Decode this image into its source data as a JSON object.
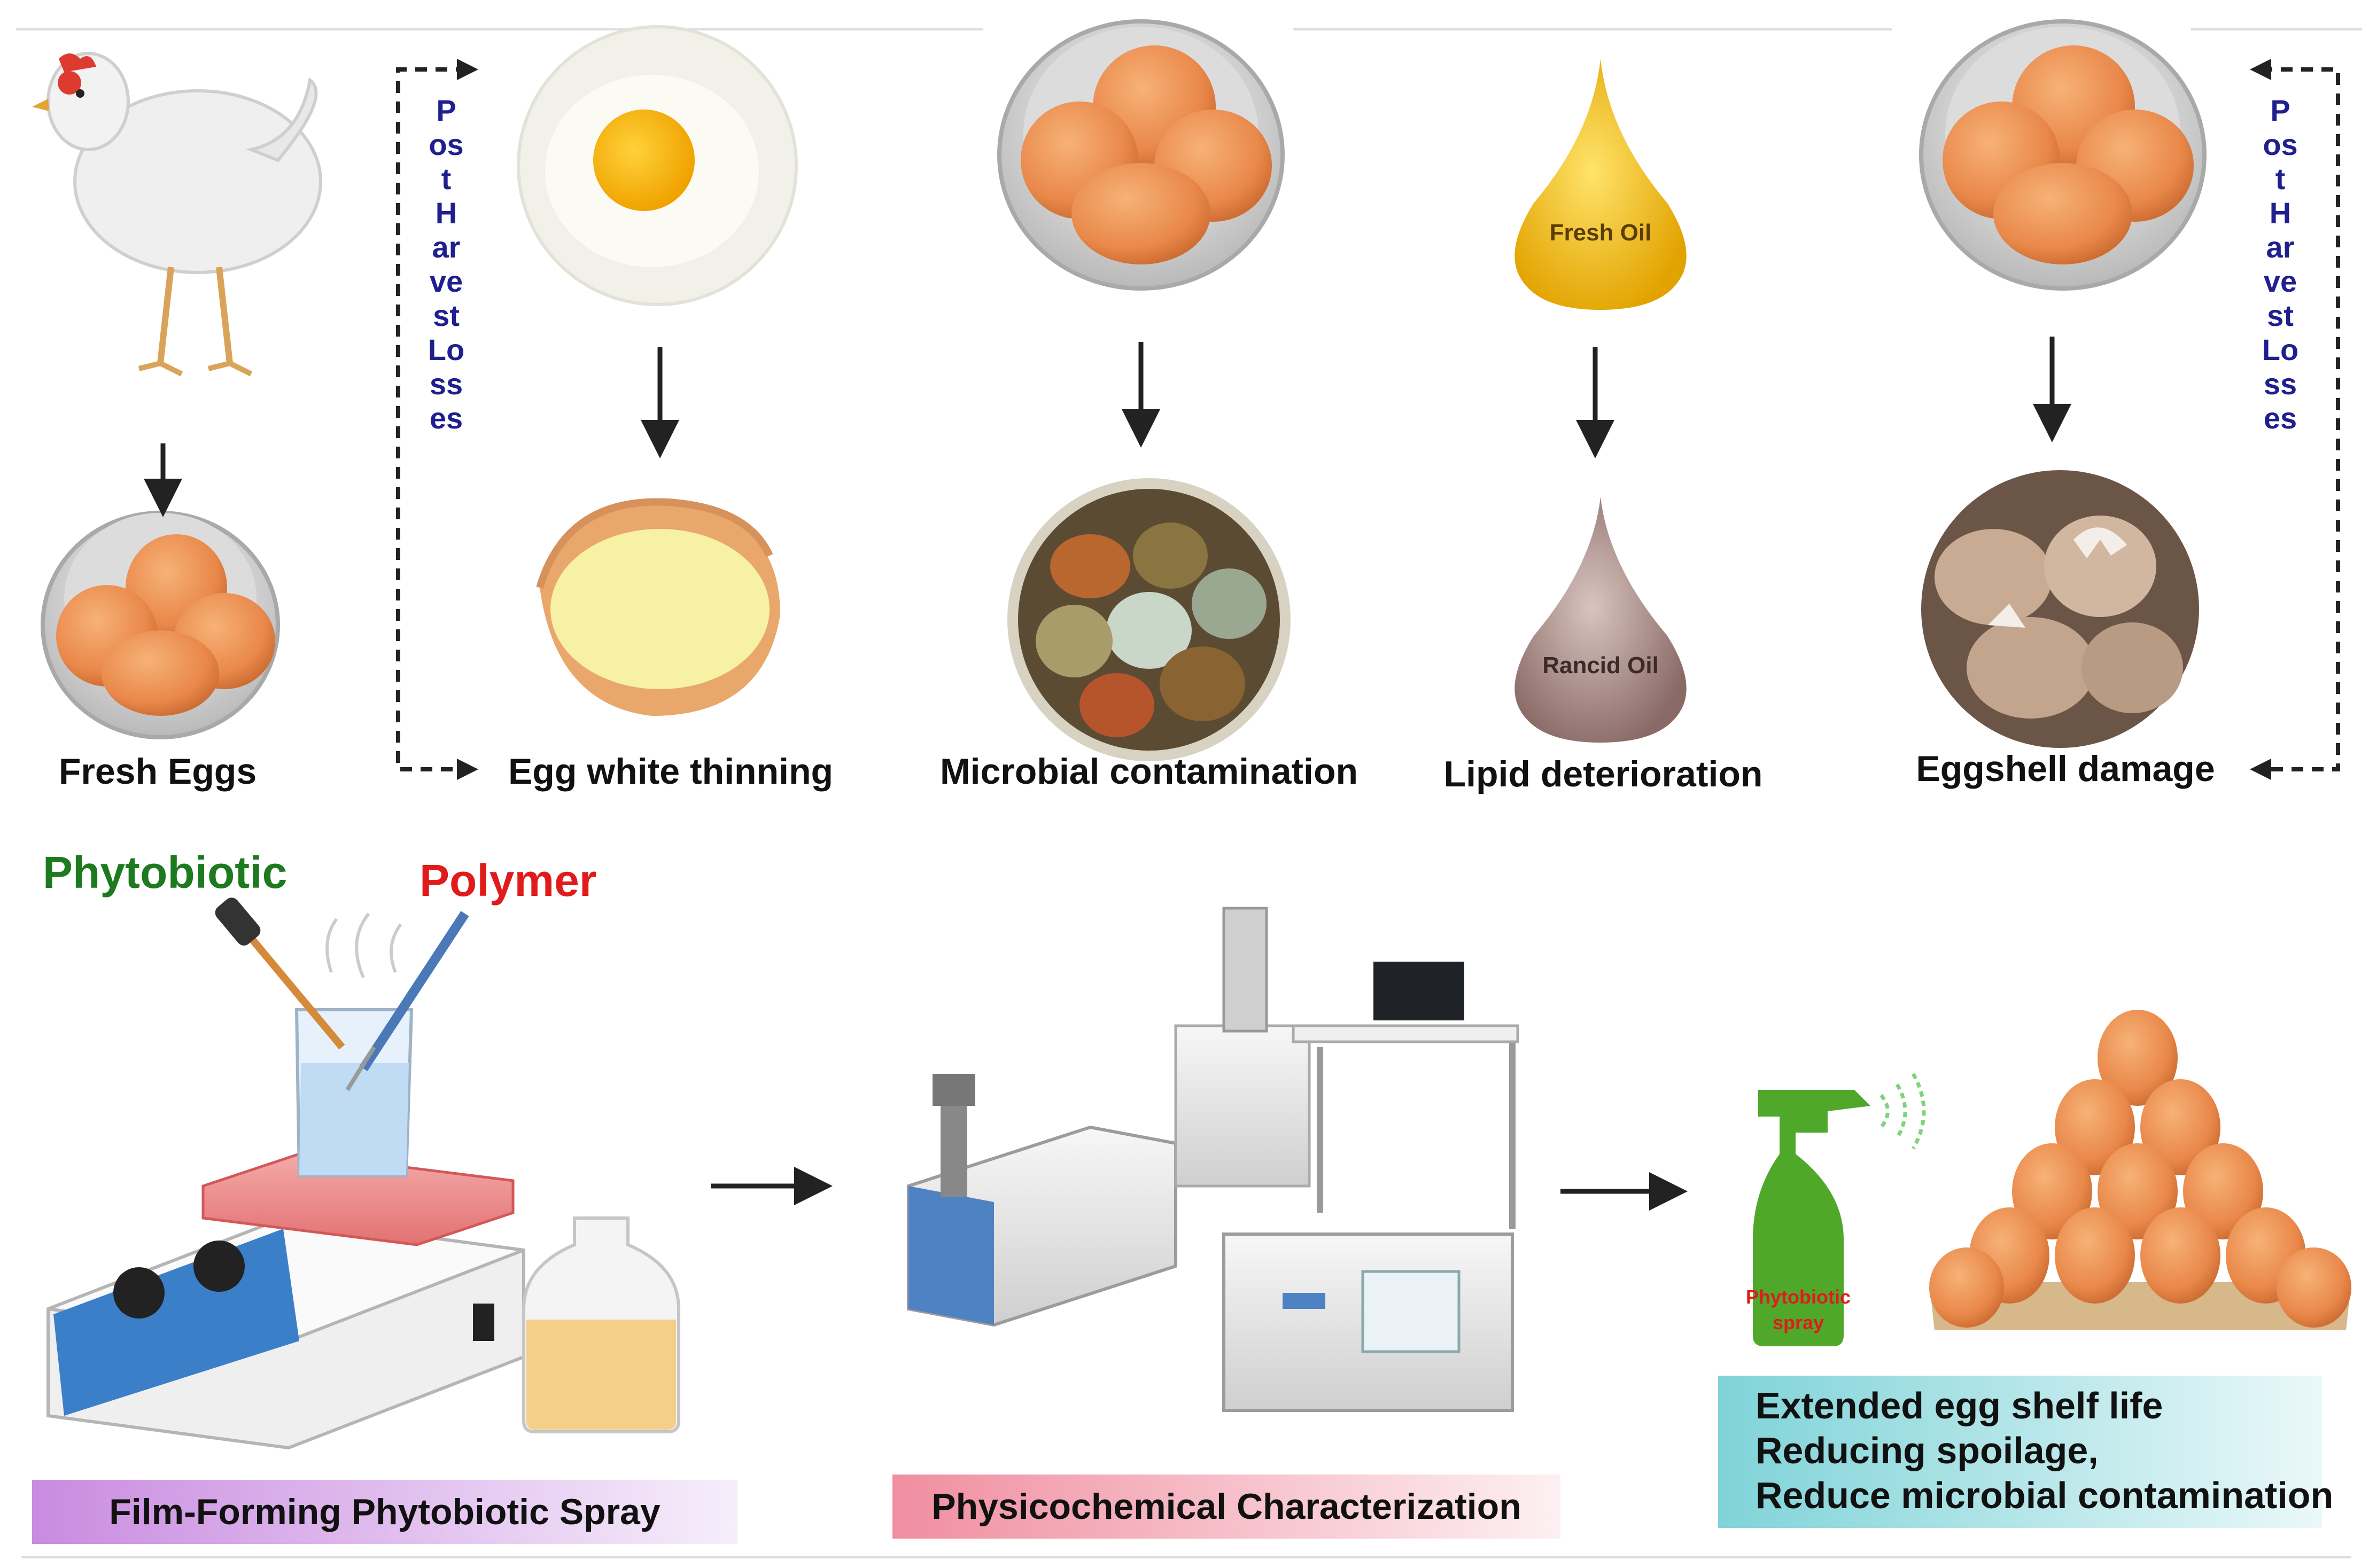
{
  "stages": [
    {
      "label": "Fresh Eggs"
    },
    {
      "label": "Egg white thinning"
    },
    {
      "label": "Microbial contamination"
    },
    {
      "label": "Lipid deterioration"
    },
    {
      "label": "Eggshell damage"
    }
  ],
  "post_harvest": {
    "left_text": "Post Harvest Losses",
    "right_text": "Post Harvest Losses"
  },
  "oil_drops": {
    "fresh_label": "Fresh Oil",
    "rancid_label": "Rancid Oil"
  },
  "process": {
    "phytobiotic_label": "Phytobiotic",
    "polymer_label": "Polymer",
    "spray_bottle_label_line1": "Phytobiotic",
    "spray_bottle_label_line2": "spray",
    "banners": [
      {
        "text": "Film-Forming Phytobiotic Spray"
      },
      {
        "text": "Physicochemical Characterization"
      }
    ],
    "outcomes": [
      "Extended egg shelf life",
      "Reducing spoilage,",
      "Reduce microbial contamination"
    ]
  },
  "colors": {
    "phytobiotic": "#1e7a1e",
    "polymer": "#e01b1b",
    "vertical_text": "#1f1f8f",
    "banner1_start": "#c98be0",
    "banner2_start": "#f08ea0",
    "outcome_start": "#7fd3d8",
    "spray_green": "#4fa82a"
  }
}
